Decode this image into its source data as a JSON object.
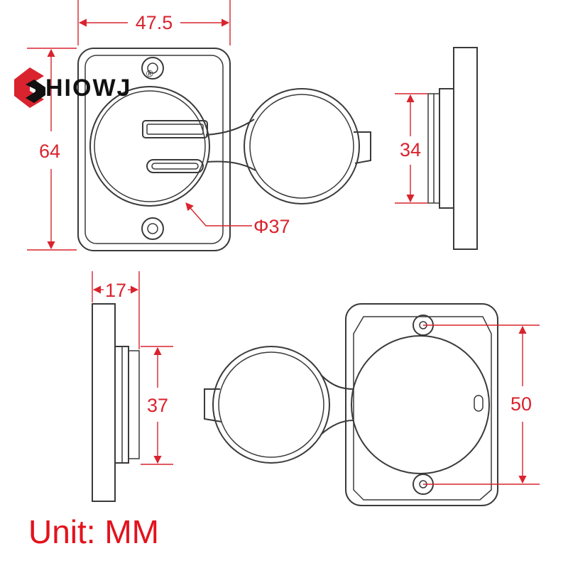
{
  "brand": {
    "name": "SHIOWJ",
    "registered_mark": "®"
  },
  "dimensions": {
    "front_width": "47.5",
    "front_height": "64",
    "hole_diameter": "Φ37",
    "side_depth": "34",
    "side_flange": "17",
    "side_body": "37",
    "back_hole_spacing": "50"
  },
  "unit_label": "Unit: MM",
  "colors": {
    "dimension": "#d9232e",
    "outline": "#3a3a3a",
    "unit_text": "#e3121c"
  }
}
